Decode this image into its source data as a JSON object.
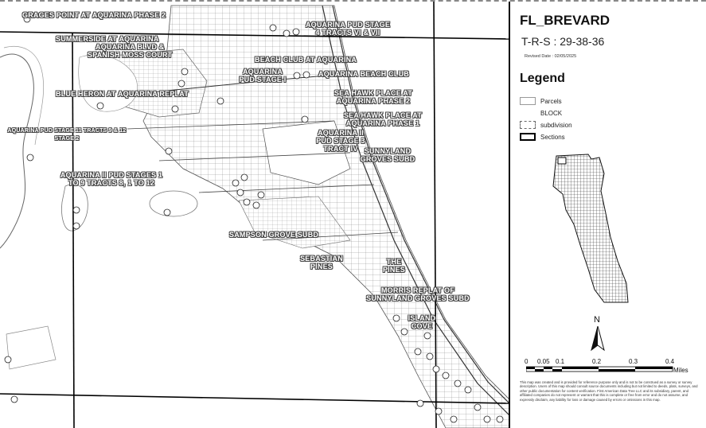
{
  "legend_panel": {
    "title": "FL_BREVARD",
    "trs": "T-R-S : 29-38-36",
    "revised": "Revised Date : 02/05/2025",
    "legend_heading": "Legend",
    "items": [
      {
        "label": "Parcels"
      },
      {
        "label": "BLOCK"
      },
      {
        "label": "subdivision"
      },
      {
        "label": "Sections"
      }
    ],
    "north_label": "N",
    "scale": {
      "ticks": [
        "0",
        "0.05",
        "0.1",
        "0.2",
        "0.3",
        "0.4"
      ],
      "unit": "Miles"
    },
    "disclaimer": "This map was created and is provided for reference purpose only and is not to be construed as a survey or survey description. Users of this map should consult source documents including but not limited to deeds, plats, surveys, and other public documentation for content verification. First American Data Tree LLC and its subsidiary, parent, and affiliated companies do not represent or warrant that this is complete or free from error and do not assume, and expressly disclaim, any liability for loss or damage caused by errors or omissions in this map."
  },
  "map": {
    "labels": [
      "GRAGES POINT AT AQUARINA PHASE 2",
      "AQUARINA PUD STAGE 4 TRACTS VI & VII",
      "SUMMERSIDE AT AQUARINA",
      "AQUARINA BLVD &",
      "SPANISH MOSS COURT",
      "BEACH CLUB AT AQUARINA",
      "AQUARINA PUD STAGE I",
      "AQUARINA BEACH CLUB",
      "BLUE HERON AT AQUARINA REPLAT",
      "SEA HAWK PLACE AT AQUARINA PHASE 2",
      "SEA HAWK PLACE AT AQUARINA PHASE 1",
      "AQUARINA PUD STAGE 11 TRACTS 9 & 12 STAGE 2",
      "AQUARINA II PUD STAGE 3 TRACT IV",
      "SUNNYLAND GROVES SUBD",
      "AQUARINA II PUD STAGES 1 TO 9 TRACTS 8, 1 TO 12",
      "SAMPSON GROVE SUBD",
      "SEBASTIAN PINES",
      "THE PINES",
      "MORRIS REPLAT OF SUNNYLAND GROVES SUBD",
      "ISLAND COVE"
    ]
  }
}
